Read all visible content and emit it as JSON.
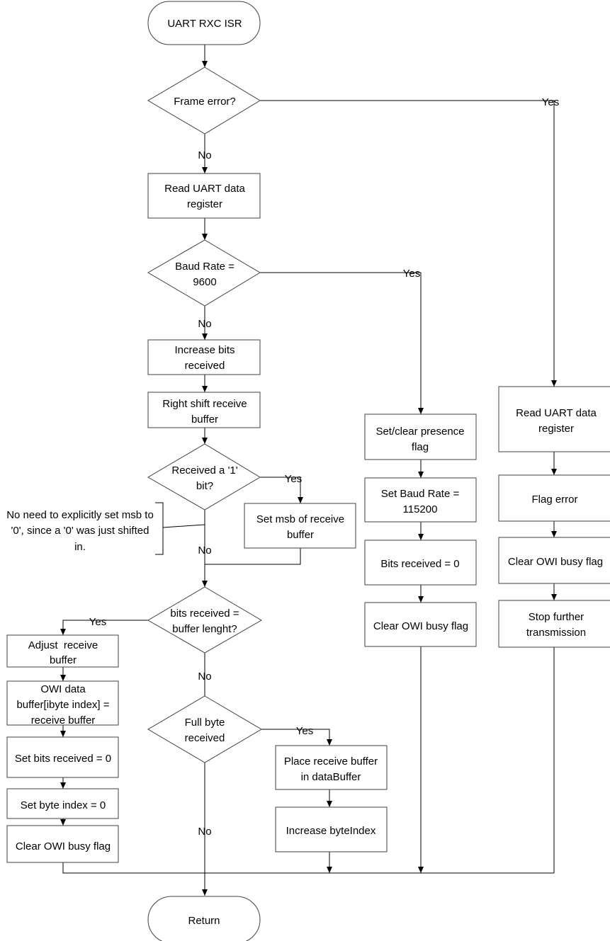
{
  "nodes": {
    "start": "UART RXC ISR",
    "frame_error": "Frame error?",
    "read_uart_1": [
      "Read UART data",
      "register"
    ],
    "baud_9600": [
      "Baud Rate =",
      "9600"
    ],
    "increase_bits": [
      "Increase bits",
      "received"
    ],
    "right_shift": [
      "Right shift receive",
      "buffer"
    ],
    "received_1": [
      "Received a '1'",
      "bit?"
    ],
    "set_msb": [
      "Set msb of receive",
      "buffer"
    ],
    "bits_eq_len": [
      "bits received =",
      "buffer lenght?"
    ],
    "adjust_buffer": [
      "Adjust  receive",
      "buffer"
    ],
    "owi_data": [
      "OWI data",
      "buffer[ibyte index] =",
      "receive buffer"
    ],
    "set_bits_0_left": "Set bits received = 0",
    "set_byte_index_0": "Set byte index = 0",
    "clear_owi_left": "Clear OWI busy flag",
    "full_byte": [
      "Full byte",
      "received"
    ],
    "place_buffer": [
      "Place receive buffer",
      "in dataBuffer"
    ],
    "increase_byte_index": "Increase byteIndex",
    "set_clear_presence": [
      "Set/clear presence",
      "flag"
    ],
    "set_baud_115200": [
      "Set Baud Rate =",
      "115200"
    ],
    "bits_received_0": "Bits received = 0",
    "clear_owi_mid": "Clear OWI busy flag",
    "read_uart_2": [
      "Read UART data",
      "register"
    ],
    "flag_error": "Flag error",
    "clear_owi_right": "Clear OWI busy flag",
    "stop_transmission": [
      "Stop further",
      "transmission"
    ],
    "return": "Return"
  },
  "edge_labels": {
    "frame_yes": "Yes",
    "frame_no": "No",
    "baud_yes": "Yes",
    "baud_no": "No",
    "received_1_yes": "Yes",
    "received_1_no": "No",
    "bits_len_yes": "Yes",
    "bits_len_no": "No",
    "full_byte_yes": "Yes",
    "full_byte_no": "No"
  },
  "annotation": [
    "No need to explicitly set msb to",
    "'0', since a '0' was just shifted",
    "in."
  ]
}
